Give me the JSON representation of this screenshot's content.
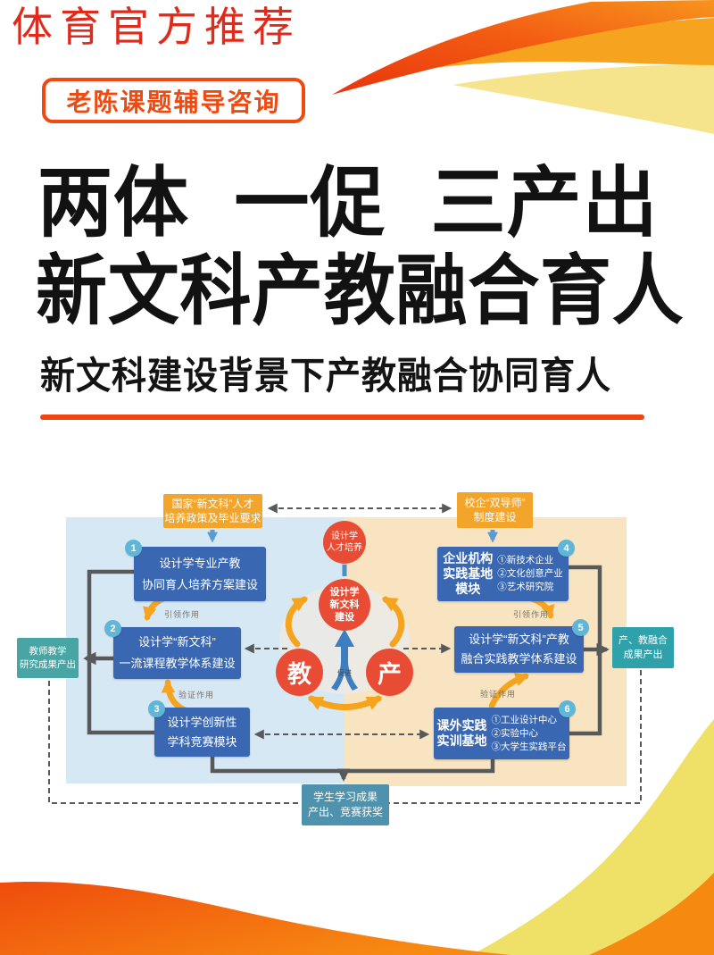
{
  "watermark": "体育官方推荐",
  "badge": {
    "label": "老陈课题辅导咨询"
  },
  "title": {
    "line1": "两体 一促 三产出",
    "line2": "新文科产教融合育人"
  },
  "subtitle": "新文科建设背景下产教融合协同育人",
  "colors": {
    "accent_red": "#ee4511",
    "badge_orange": "#f04a10",
    "swoosh_orange": "#f6941c",
    "swoosh_yellow": "#efe167",
    "panel_blue": "#d7e8f5",
    "panel_peach": "#f8e4c1",
    "box_blue": "#3a67b2",
    "box_orange": "#f3a42b",
    "teal": "#48a5a3",
    "circle_red": "#e94c34",
    "connector_gray": "#58595b",
    "arrow_orange": "#f6a41d",
    "arrow_blue": "#5b9bd5"
  },
  "diagram": {
    "policy_left": {
      "lines": [
        "国家“新文科”人才",
        "培养政策及毕业要求"
      ]
    },
    "policy_right": {
      "lines": [
        "校企“双导师”",
        "制度建设"
      ]
    },
    "circles": {
      "talent": {
        "lines": [
          "设计学",
          "人才培养"
        ]
      },
      "core": {
        "lines": [
          "设计学",
          "新文科",
          "建设"
        ]
      },
      "teach": "教",
      "industry": "产",
      "hub_label": "促进"
    },
    "boxes": [
      {
        "num": "1",
        "lines": [
          "设计学专业产教",
          "协同育人培养方案建设"
        ]
      },
      {
        "num": "2",
        "lines": [
          "设计学“新文科”",
          "一流课程教学体系建设"
        ]
      },
      {
        "num": "3",
        "lines": [
          "设计学创新性",
          "学科竞赛模块"
        ]
      },
      {
        "num": "4",
        "title": [
          "企业机构",
          "实践基地",
          "模块"
        ],
        "items": [
          "①新技术企业",
          "②文化创意产业",
          "③艺术研究院"
        ]
      },
      {
        "num": "5",
        "lines": [
          "设计学“新文科”产教",
          "融合实践教学体系建设"
        ]
      },
      {
        "num": "6",
        "title": [
          "课外实践",
          "实训基地"
        ],
        "items": [
          "①工业设计中心",
          "②实验中心",
          "③大学生实践平台"
        ]
      }
    ],
    "outputs": {
      "teacher": {
        "lines": [
          "教师教学",
          "研究成果产出"
        ]
      },
      "industry": {
        "lines": [
          "产、教融合",
          "成果产出"
        ]
      },
      "student": {
        "lines": [
          "学生学习成果",
          "产出、竞赛获奖"
        ]
      }
    },
    "arrow_labels": {
      "lead_left": "引领作用",
      "verify_left": "验证作用",
      "lead_right": "引领作用",
      "verify_right": "验证作用"
    }
  }
}
